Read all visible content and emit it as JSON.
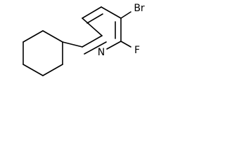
{
  "molecule": {
    "atoms": {
      "nitrogen": "N",
      "bromine": "Br",
      "fluorine": "F"
    }
  }
}
